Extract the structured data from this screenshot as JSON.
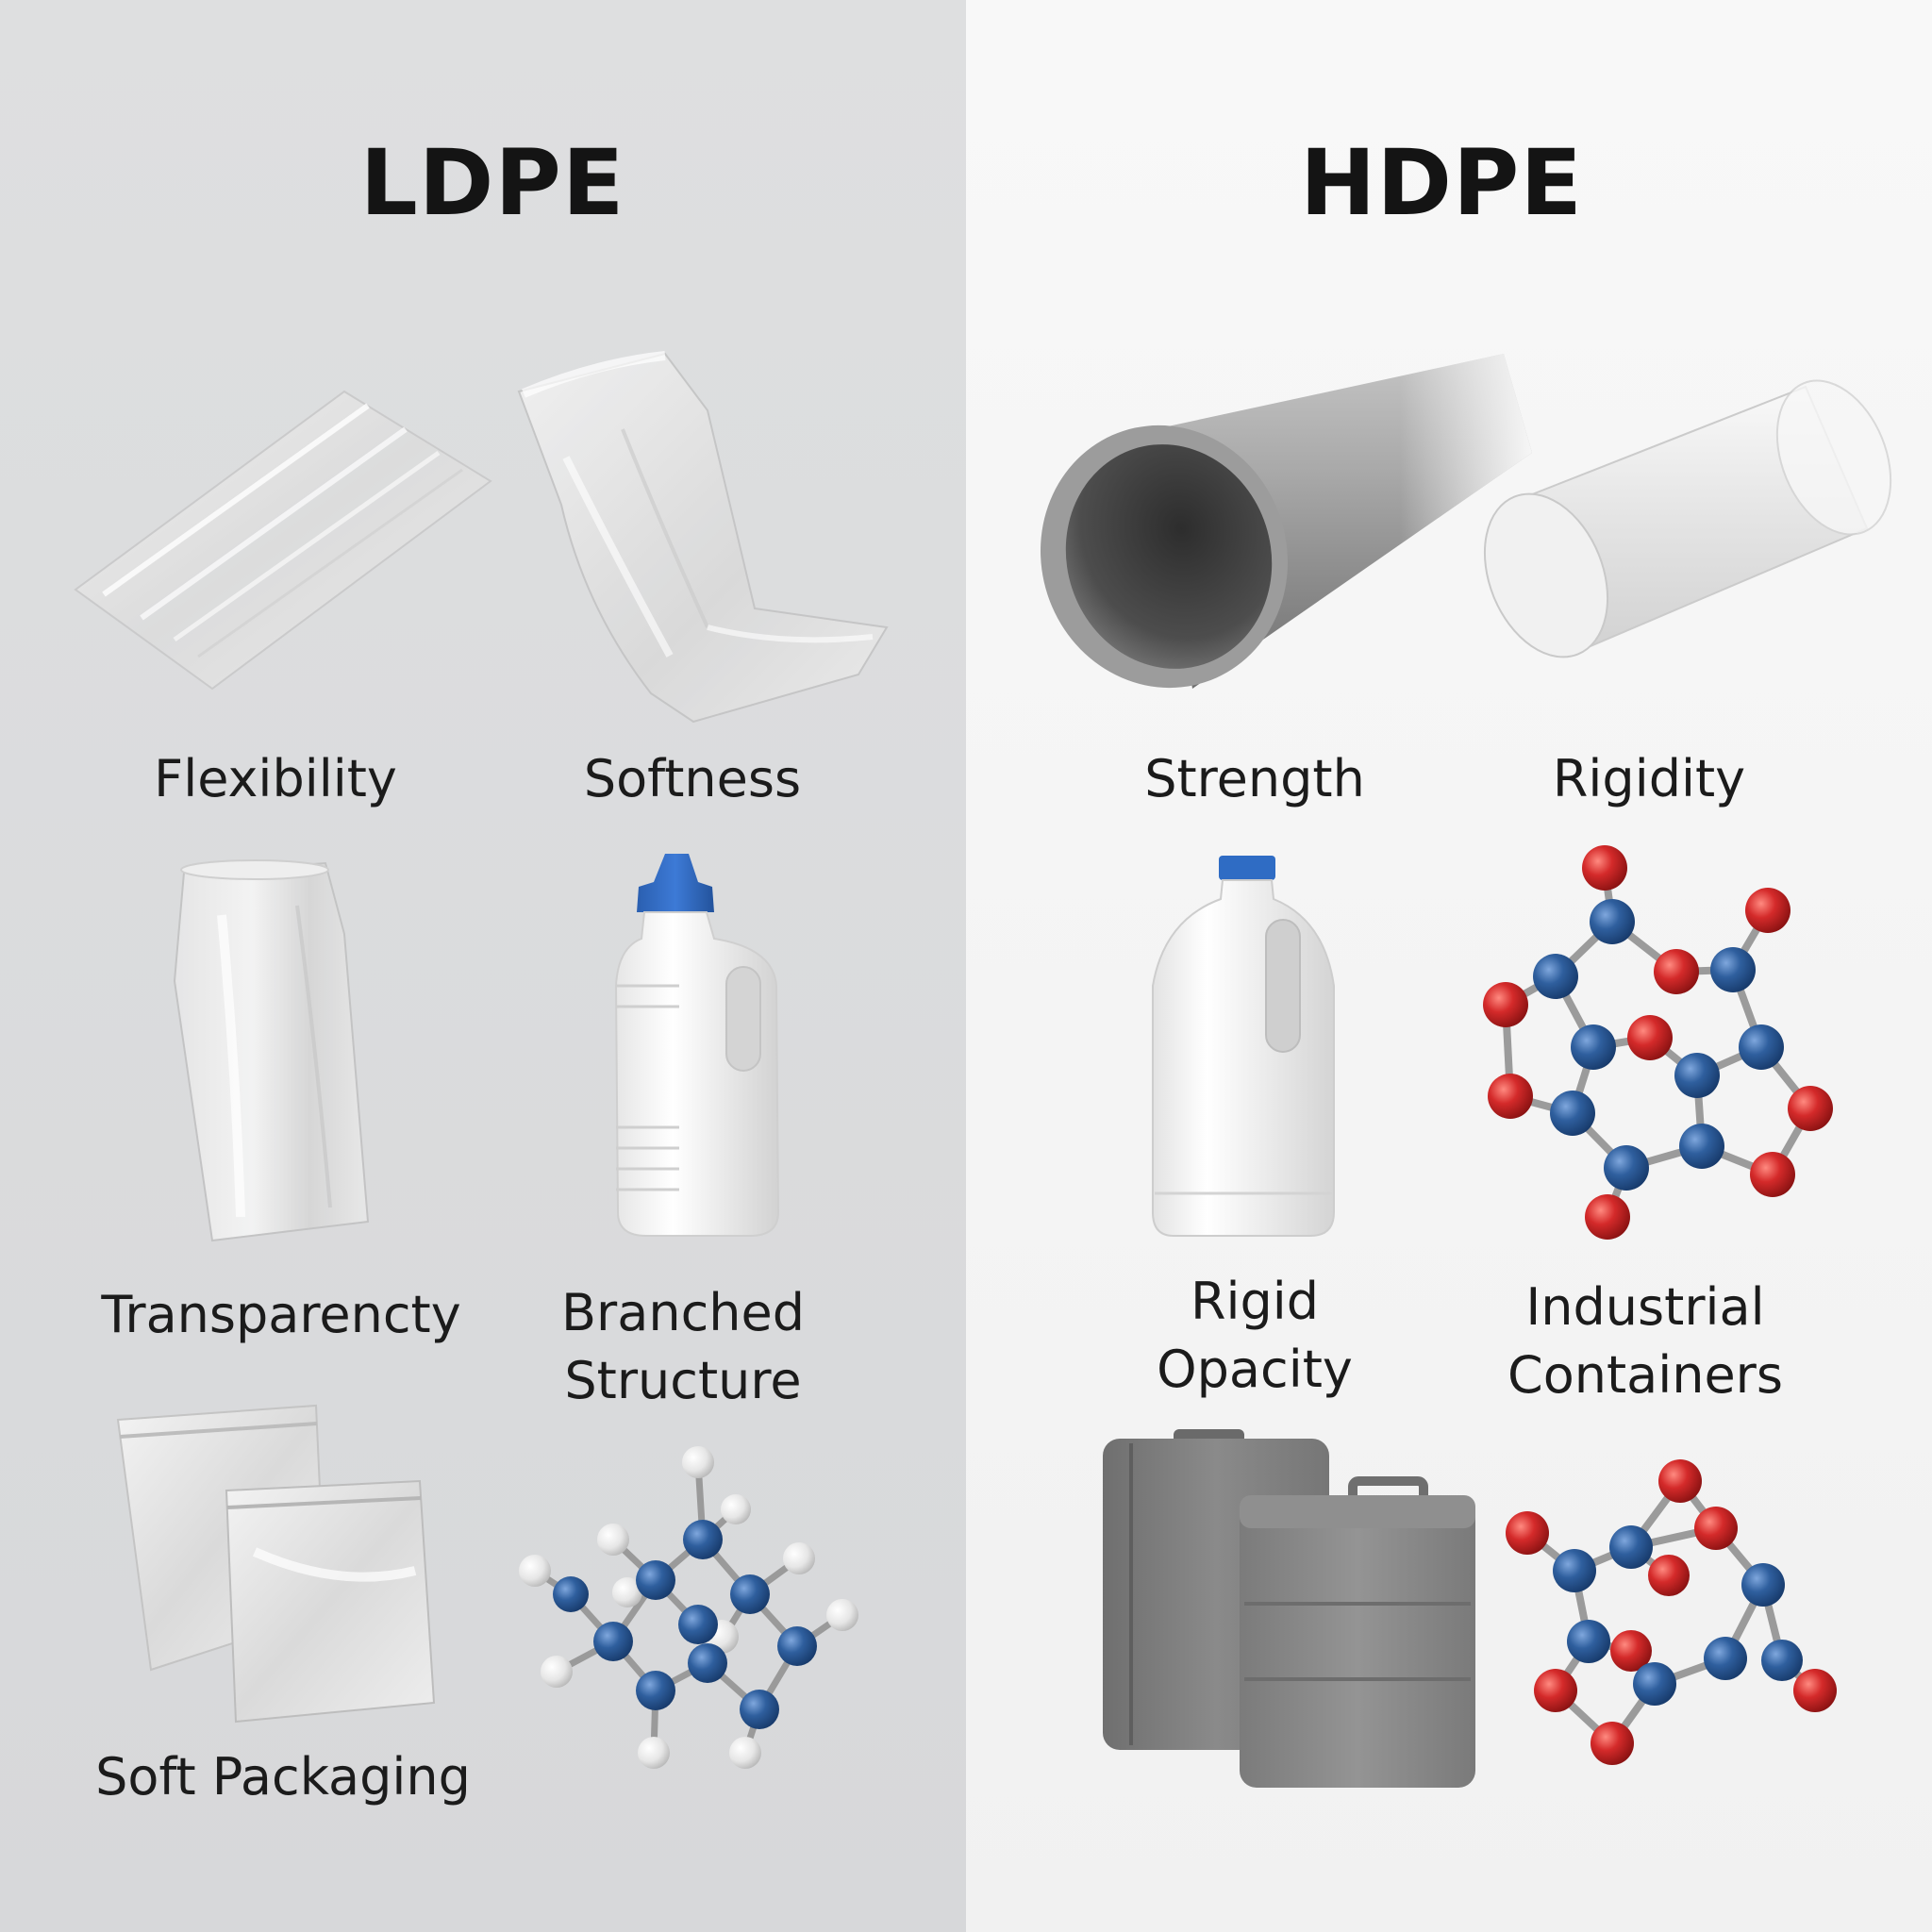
{
  "ldpe": {
    "title": "LDPE",
    "items": [
      {
        "label": "Flexibility",
        "icon": "flat-film-sheet-icon"
      },
      {
        "label": "Softness",
        "icon": "plastic-bag-icon"
      },
      {
        "label": "Transparencty",
        "icon": "clear-sleeve-icon"
      },
      {
        "label_lines": [
          "Branched",
          "Structure"
        ],
        "icon": "squeeze-bottle-icon"
      },
      {
        "label": "Soft Packaging",
        "icon": "zip-bags-icon"
      },
      {
        "icon": "branched-molecule-icon"
      }
    ]
  },
  "hdpe": {
    "title": "HDPE",
    "items": [
      {
        "label": "Strength",
        "icon": "gray-pipe-icon"
      },
      {
        "label": "Rigidity",
        "icon": "translucent-tube-icon"
      },
      {
        "label_lines": [
          "Rigid",
          "Opacity"
        ],
        "icon": "jug-icon"
      },
      {
        "label_lines": [
          "Industrial",
          "Containers"
        ],
        "icon": "crystalline-molecule-icon"
      },
      {
        "icon": "jerrycans-icon"
      },
      {
        "icon": "crystalline-molecule-small-icon"
      }
    ]
  },
  "colors": {
    "ldpe_background": "#dadbdc",
    "hdpe_background": "#f4f4f4",
    "carbon_atom": "#2f5f9e",
    "hydrogen_atom": "#f2f2f2",
    "oxygen_atom": "#d42a2a",
    "bottle_cap": "#2f6cc4",
    "container_gray": "#808080"
  }
}
